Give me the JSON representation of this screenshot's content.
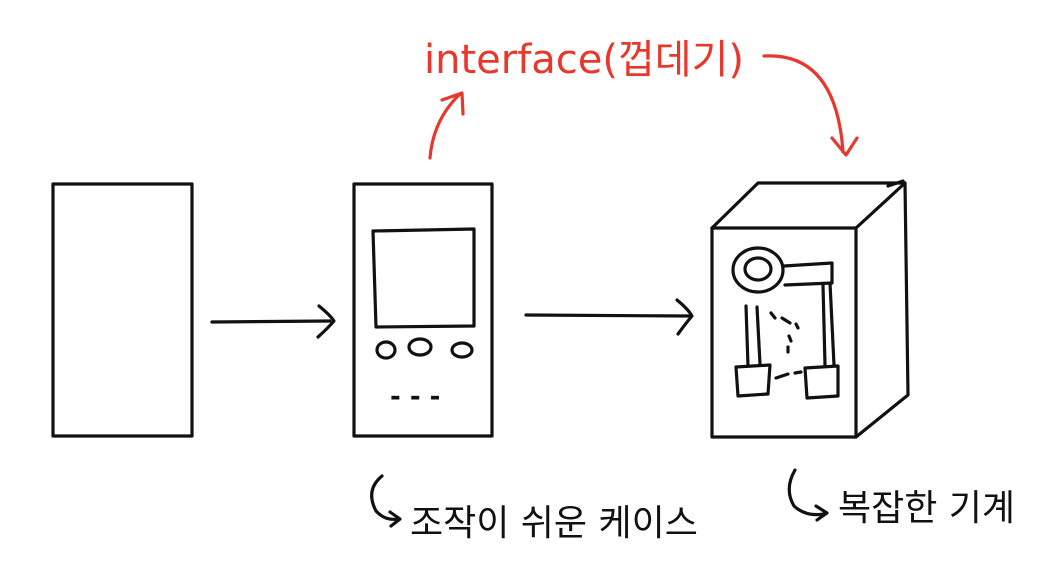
{
  "labels": {
    "interface": "interface(껍데기)",
    "easy_case": "조작이 쉬운 케이스",
    "complex_machine": "복잡한 기계"
  },
  "panel": {
    "dashes": "- - -"
  },
  "colors": {
    "ink": "#111111",
    "accent": "#e8382b"
  }
}
